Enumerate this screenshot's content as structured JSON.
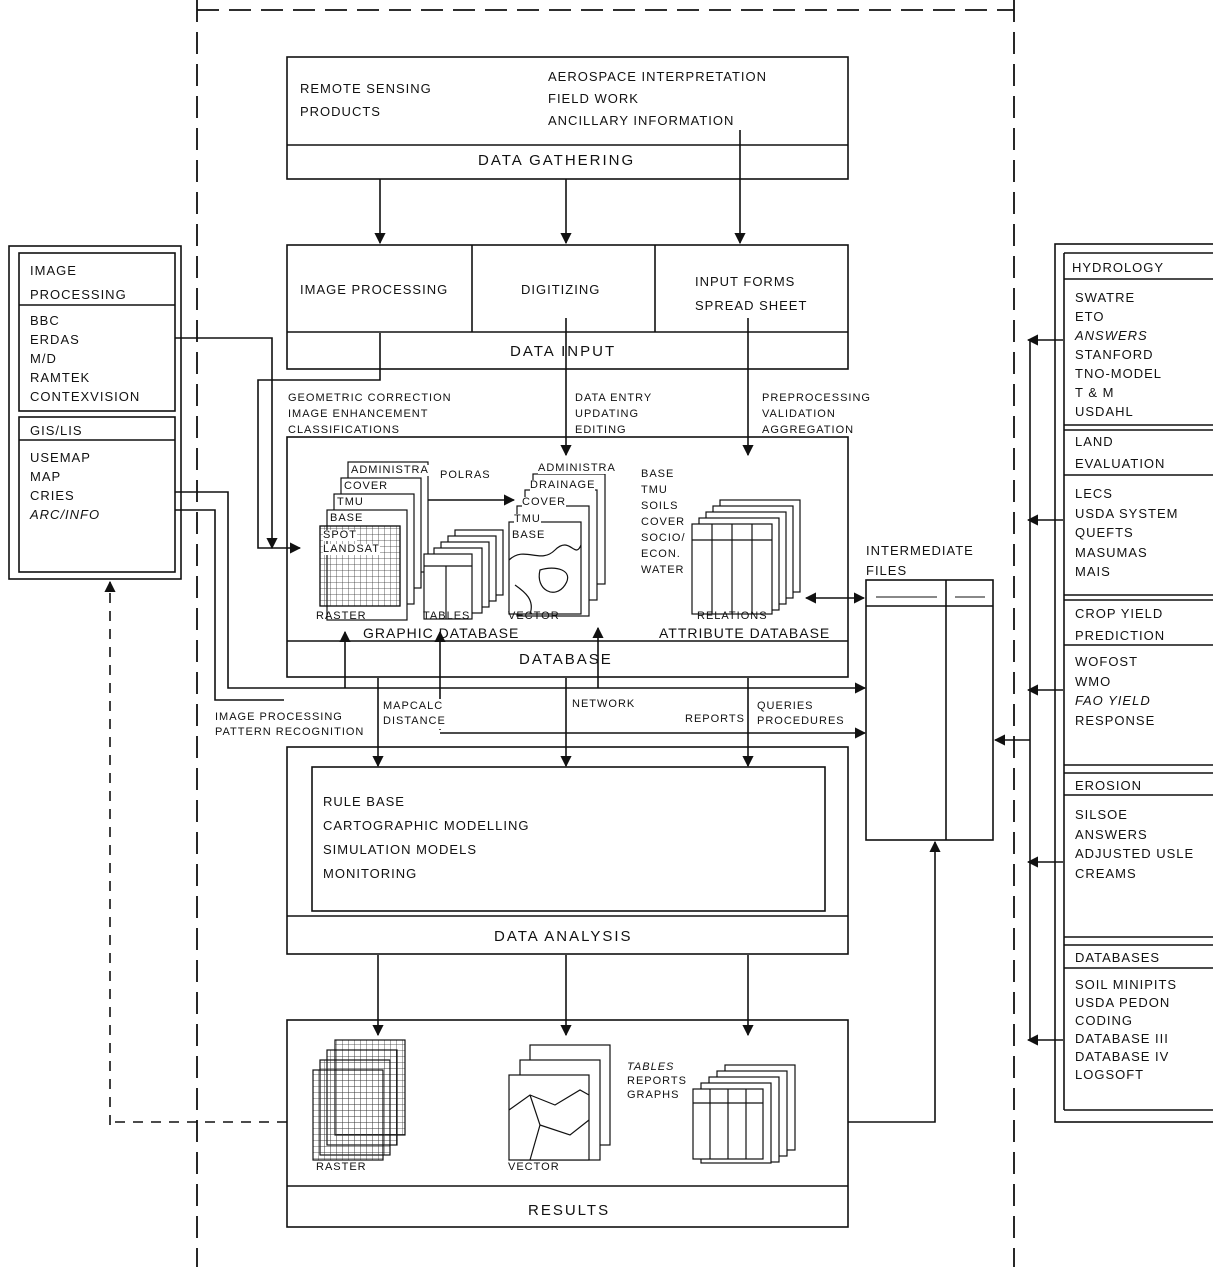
{
  "data_gathering": {
    "remote_sensing": [
      "REMOTE SENSING",
      "PRODUCTS"
    ],
    "sources": [
      "AEROSPACE INTERPRETATION",
      "FIELD WORK",
      "ANCILLARY INFORMATION"
    ],
    "footer": "DATA GATHERING"
  },
  "data_input": {
    "image_processing": "IMAGE PROCESSING",
    "digitizing": "DIGITIZING",
    "input_forms": [
      "INPUT FORMS",
      "SPREAD SHEET"
    ],
    "footer": "DATA INPUT"
  },
  "steps": {
    "image_steps": [
      "GEOMETRIC CORRECTION",
      "IMAGE ENHANCEMENT",
      "CLASSIFICATIONS"
    ],
    "digitize_steps": [
      "DATA ENTRY",
      "UPDATING",
      "EDITING"
    ],
    "input_steps": [
      "PREPROCESSING",
      "VALIDATION",
      "AGGREGATION"
    ]
  },
  "database": {
    "raster_layers": [
      "ADMINISTRA",
      "COVER",
      "TMU",
      "BASE",
      "SPOT",
      "LANDSAT"
    ],
    "polras": "POLRAS",
    "vector_layers": [
      "ADMINISTRA",
      "DRAINAGE",
      "COVER",
      "TMU",
      "BASE"
    ],
    "attributes": [
      "BASE",
      "TMU",
      "SOILS",
      "COVER",
      "SOCIO/",
      "ECON.",
      "WATER"
    ],
    "raster_label": "RASTER",
    "tables_label": "TABLES",
    "vector_label": "VECTOR",
    "relations_label": "RELATIONS",
    "graphic_db": "GRAPHIC DATABASE",
    "attribute_db": "ATTRIBUTE DATABASE",
    "footer": "DATABASE"
  },
  "queries": {
    "image_processing": [
      "IMAGE PROCESSING",
      "PATTERN RECOGNITION"
    ],
    "mapcalc": [
      "MAPCALC",
      "DISTANCE"
    ],
    "network": "NETWORK",
    "queries": [
      "QUERIES",
      "PROCEDURES"
    ],
    "reports": "REPORTS"
  },
  "analysis": {
    "items": [
      "RULE BASE",
      "CARTOGRAPHIC MODELLING",
      "SIMULATION MODELS",
      "MONITORING"
    ],
    "footer": "DATA ANALYSIS"
  },
  "results": {
    "raster": "RASTER",
    "vector": "VECTOR",
    "tables": [
      "TABLES",
      "REPORTS",
      "GRAPHS"
    ],
    "footer": "RESULTS"
  },
  "intermediate": [
    "INTERMEDIATE",
    "FILES"
  ],
  "left_panel": {
    "image_title": [
      "IMAGE",
      "PROCESSING"
    ],
    "image_items": [
      "BBC",
      "ERDAS",
      "M/D",
      "RAMTEK",
      "CONTEXVISION"
    ],
    "gis_title": "GIS/LIS",
    "gis_items": [
      "USEMAP",
      "MAP",
      "CRIES",
      "ARC/INFO"
    ]
  },
  "right_panel": {
    "hydrology_title": "HYDROLOGY",
    "hydrology_items": [
      "SWATRE",
      "ETO",
      "ANSWERS",
      "STANFORD",
      "TNO-MODEL",
      "T & M",
      "USDAHL"
    ],
    "land_title": [
      "LAND",
      "EVALUATION"
    ],
    "land_items": [
      "LECS",
      "USDA SYSTEM",
      "QUEFTS",
      "MASUMAS",
      "MAIS"
    ],
    "crop_title": [
      "CROP YIELD",
      "PREDICTION"
    ],
    "crop_items": [
      "WOFOST",
      "WMO",
      "FAO YIELD",
      "RESPONSE"
    ],
    "erosion_title": "EROSION",
    "erosion_items": [
      "SILSOE",
      "ANSWERS",
      "ADJUSTED USLE",
      "CREAMS"
    ],
    "databases_title": "DATABASES",
    "databases_items": [
      "SOIL MINIPITS",
      "USDA PEDON",
      "CODING",
      "DATABASE III",
      "DATABASE IV",
      "LOGSOFT"
    ]
  }
}
